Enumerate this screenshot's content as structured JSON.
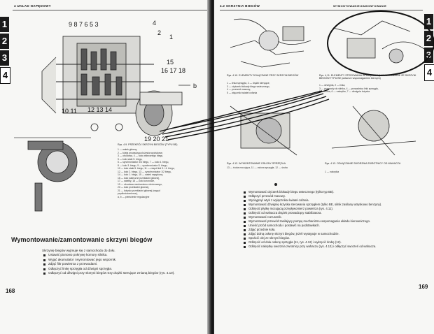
{
  "left_page": {
    "header": "4  UKŁAD NAPĘDOWY",
    "tabs": [
      "1",
      "2",
      "3",
      "4"
    ],
    "callouts_top": "9 8 7 6 5 3",
    "callouts_right": [
      "4",
      "2",
      "1",
      "15",
      "16 17 18"
    ],
    "callouts_bottom": [
      "10 11",
      "12 13 14",
      "19 20 21"
    ],
    "callout_b": "b",
    "figure_caption": "Rys. 4.9.  PRZEKRÓJ SKRZYNI BIEGÓW (TYPU BE)",
    "legend": [
      "1 — wałek główny,",
      "2 — tuleja prowadząca łożyska wyciskowe,",
      "3 — obudowa,  4 — koło wstecznego biegu,",
      "5 — koło stałe 5. biegu,",
      "6 — synchronizator 3/4 biegu, 7 — koło 4. biegu,",
      "8 — koło 3. biegu, 9 — synchronizator 5. biegu,",
      "10 — koło stałe 5. biegu, 11 — zespół kół 3. i 4. biegu,",
      "12 — koło 2. biegu, 13 — synchronizator 1/2 biegu,",
      "14 — koło 1. biegu, 15 — wałek napędowy,",
      "16 — koło wałeczne przekładni głównej,",
      "17 — satelity, 18 — koło koronowe,",
      "19 — obudowa mechanizmu różnicowego,",
      "20 — koło przekładni głównej,",
      "21 — łożysko przekładni głównej (napęd",
      "         prędkościomierza),",
      "a, b — pierścienie regulacyjne"
    ],
    "section_title": "Wymontowanie/zamontowanie skrzyni biegów",
    "intro": "Skrzynię biegów wyjmuje się z samochodu do dołu.",
    "steps": [
      "Ustawić pionowo pokrywę komory silnika.",
      "Wyjąć akumulator i wymontować jego wspornik.",
      "Zdjąć filtr powietrza z przewodami.",
      "Odłączyć linkę sprzęgła od dźwigni sprzęgła.",
      "Odłączyć od dźwigni przy skrzyni biegów trzy drążki sterujące zmianą biegów (rys. 4.10)."
    ],
    "page_number": "168"
  },
  "right_page": {
    "header": "4.2  SKRZYNIA BIEGÓW",
    "header_right": "WYMONTOWANIE/ZAMONTOWANIE",
    "tabs": [
      "1",
      "2",
      "3",
      "4"
    ],
    "fig1_caption": "Rys. 4.10.  ELEMENTY DOŁĄCZANE PRZY SKRZYNI BIEGÓW",
    "fig1_legend": [
      "1 — linka sprzęgła, 2 — drążki sterujące,",
      "3 — ciężarek blokady biegu wstecznego,",
      "4 — przewód masowy,",
      "5 — włącznik świateł cofania"
    ],
    "fig2_caption": "Rys. 4.11.  ELEMENTY STEROWANIA SPRZĘGŁEM (WYMONTOWANE ZE SKRZYNI BIEGÓW TYPU BE (układ ze wspomaganiem biernym)",
    "fig2_legend": [
      "1 — dźwignia, 2 — linka,",
      "3 — przewody do silnika, 4 — prowadnica linki sprzęgła,",
      "5 — śruba, 6 — nakrętka, 7 — dźwignia łożyska"
    ],
    "fig3_caption": "Rys. 4.12.  WYMONTOWANIE OSŁONY SPRZĘGŁA",
    "fig3_legend": "13 — śruba mocująca, 11 — osłona sprzęgła, 12 — śruba",
    "fig4_caption": "Rys. 4.13.  ODŁĄCZANIE SWORZNIA ZWROTNICY OD WAHACZA",
    "fig4_legend": "1 — nakrętka",
    "steps": [
      "Wymontować ciężarek blokady biegu wstecznego (tylko typ BE).",
      "Odłączyć przewód masowy.",
      "Wyciągnąć wtyk z wyłącznika świateł cofania.",
      "Wymontować dźwignię łożyska sterowania sprzęgłem (tylko BE, silnik zasilany wtryskowo benzyny).",
      "Odkręcić płytkę mocującą przepływomierz powietrza (rys. 4.11).",
      "Odkręcić od wahacza drążek prowadzący stabilizatora.",
      "Wymontować rozrusznik.",
      "Wymontować przewód zasilający pompę mechanizmu wspomagania układu kierowniczego.",
      "Unieść przód samochodu i postawić na podstawkach.",
      "Zdjąć przednie koła.",
      "Zdjąć dolną osłonę skrzyni biegów, jeżeli występuje w samochodzie.",
      "Spuścić olej ze skrzyni biegów.",
      "Odkręcić od dołu osłonę sprzęgła (11, rys. 4.12) i wykręcić śrubę (12).",
      "Odkręcić nakrętkę sworznia zwrotnicy przy wahaczu (rys. 4.13) i odłączyć sworzeń od wahacza."
    ],
    "page_number": "169"
  }
}
